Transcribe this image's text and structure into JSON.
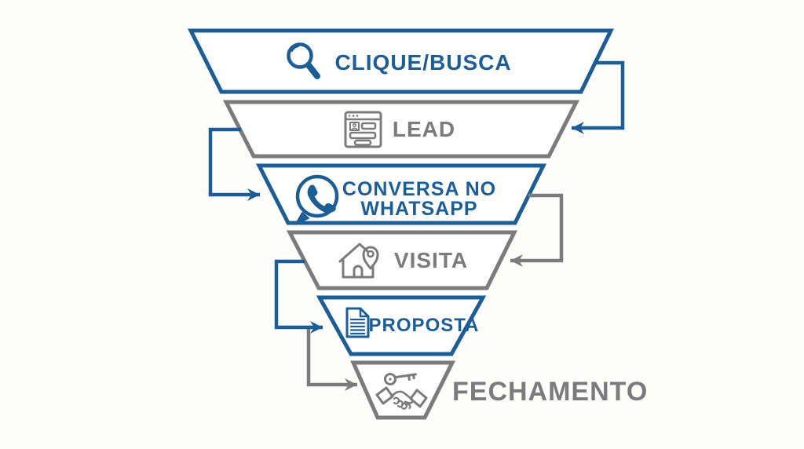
{
  "title": "Sales funnel diagram",
  "colors": {
    "blue": "#1c5d96",
    "gray": "#7b7b7b",
    "background": "#fdfdfc"
  },
  "funnel": {
    "levels": [
      {
        "label": "CLIQUE/BUSCA",
        "color": "blue",
        "icon": "magnifier-icon"
      },
      {
        "label": "LEAD",
        "color": "gray",
        "icon": "lead-form-icon"
      },
      {
        "label": "CONVERSA NO WHATSAPP",
        "lines": [
          "CONVERSA NO",
          "WHATSAPP"
        ],
        "color": "blue",
        "icon": "whatsapp-icon"
      },
      {
        "label": "VISITA",
        "color": "gray",
        "icon": "house-pin-icon"
      },
      {
        "label": "PROPOSTA",
        "color": "blue",
        "icon": "document-icon"
      },
      {
        "label": "FECHAMENTO",
        "color": "gray",
        "icon": "handshake-key-icon"
      }
    ],
    "connectors": [
      {
        "from": "CLIQUE/BUSCA",
        "to": "LEAD",
        "side": "right",
        "color": "blue"
      },
      {
        "from": "LEAD",
        "to": "CONVERSA NO WHATSAPP",
        "side": "left",
        "color": "blue"
      },
      {
        "from": "CONVERSA NO WHATSAPP",
        "to": "VISITA",
        "side": "right",
        "color": "gray"
      },
      {
        "from": "VISITA",
        "to": "PROPOSTA",
        "side": "left",
        "color": "blue"
      },
      {
        "from": "PROPOSTA",
        "to": "FECHAMENTO",
        "side": "left",
        "color": "gray"
      }
    ]
  }
}
